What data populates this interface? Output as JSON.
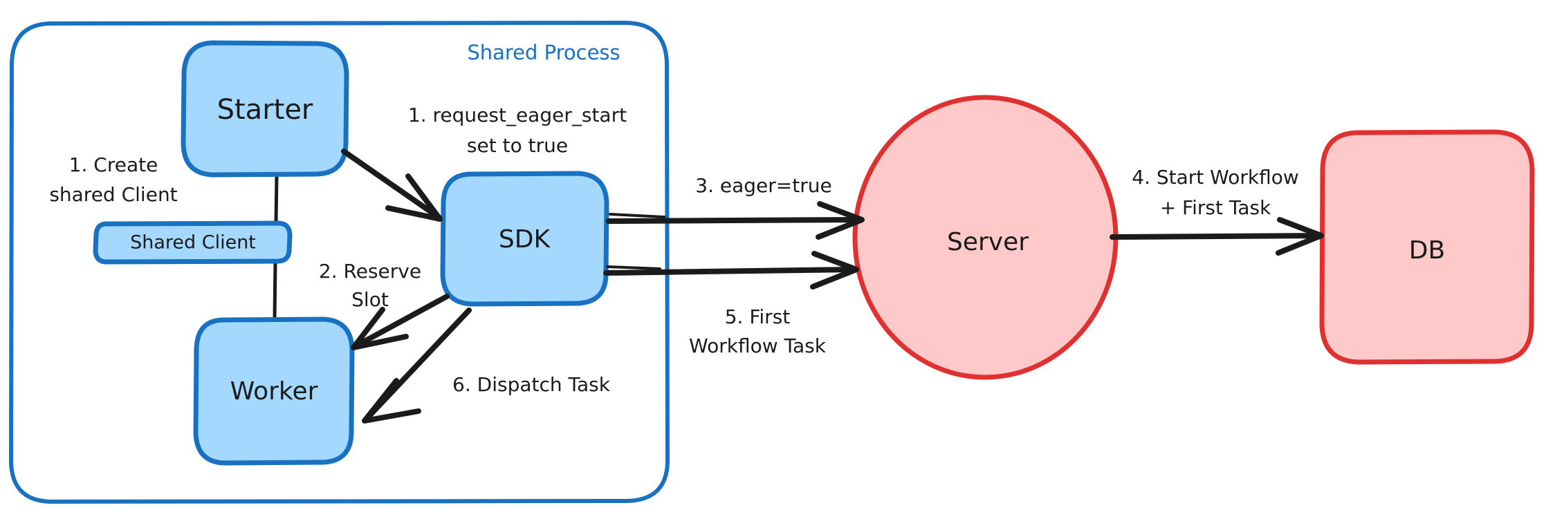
{
  "diagram": {
    "title_visible": false,
    "background": "#ffffff",
    "colors": {
      "blue_stroke": "#1971c2",
      "blue_fill": "#a5d8ff",
      "red_stroke": "#e03131",
      "red_fill": "#ffc9c9",
      "ink": "#1b1b1b"
    },
    "group": {
      "name": "shared-process",
      "label": "Shared Process",
      "label_color": "#1971c2"
    },
    "nodes": [
      {
        "id": "starter",
        "label": "Starter",
        "shape": "rounded-rect",
        "fill": "#a5d8ff",
        "stroke": "#1971c2"
      },
      {
        "id": "shared-client",
        "label": "Shared Client",
        "shape": "rounded-rect",
        "fill": "#a5d8ff",
        "stroke": "#1971c2"
      },
      {
        "id": "worker",
        "label": "Worker",
        "shape": "rounded-rect",
        "fill": "#a5d8ff",
        "stroke": "#1971c2"
      },
      {
        "id": "sdk",
        "label": "SDK",
        "shape": "rounded-rect",
        "fill": "#a5d8ff",
        "stroke": "#1971c2"
      },
      {
        "id": "server",
        "label": "Server",
        "shape": "ellipse",
        "fill": "#ffc9c9",
        "stroke": "#e03131"
      },
      {
        "id": "db",
        "label": "DB",
        "shape": "rounded-rect",
        "fill": "#ffc9c9",
        "stroke": "#e03131"
      }
    ],
    "edges": [
      {
        "id": "e1",
        "from": "starter",
        "to": "sdk",
        "label_line1": "1. request_eager_start",
        "label_line2": "set to true",
        "arrow": true
      },
      {
        "id": "e0",
        "from": "starter",
        "to": "shared-client",
        "label_line1": "1. Create",
        "label_line2": "shared Client",
        "arrow": false
      },
      {
        "id": "e2",
        "from": "sdk",
        "to": "worker",
        "label_line1": "2. Reserve",
        "label_line2": "Slot",
        "arrow": true
      },
      {
        "id": "e3",
        "from": "sdk",
        "to": "server",
        "label_line1": "3. eager=true",
        "label_line2": "",
        "arrow": true
      },
      {
        "id": "e4",
        "from": "server",
        "to": "db",
        "label_line1": "4. Start Workflow",
        "label_line2": "+ First Task",
        "arrow": true
      },
      {
        "id": "e5",
        "from": "sdk",
        "to": "server",
        "label_line1": "5. First",
        "label_line2": "Workflow Task",
        "arrow": true
      },
      {
        "id": "e6",
        "from": "sdk",
        "to": "worker",
        "label_line1": "6. Dispatch Task",
        "label_line2": "",
        "arrow": true
      },
      {
        "id": "e7",
        "from": "shared-client",
        "to": "worker",
        "label_line1": "",
        "label_line2": "",
        "arrow": false
      }
    ]
  }
}
